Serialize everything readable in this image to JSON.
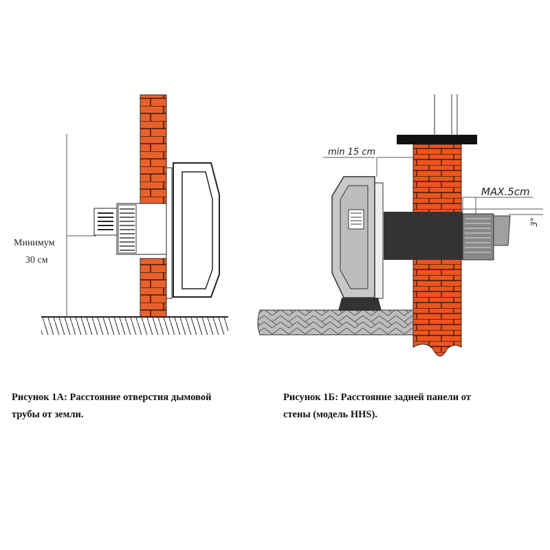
{
  "figure_1a": {
    "label_min": "Минимум",
    "label_value": "30 см",
    "caption_line1": "Рисунок 1А: Расстояние отверстия дымовой",
    "caption_line2": "трубы от земли."
  },
  "figure_1b": {
    "label_min_distance": "min 15 cm",
    "label_max": "MAX.5cm",
    "label_angle": "3°",
    "caption_line1": "Рисунок 1Б: Расстояние задней панели от",
    "caption_line2": "стены (модель HHS)."
  },
  "colors": {
    "brick": "#e8612c",
    "mortar": "#3a1a10",
    "stove_grey": "#c8c8c8",
    "pipe": "#333333"
  }
}
